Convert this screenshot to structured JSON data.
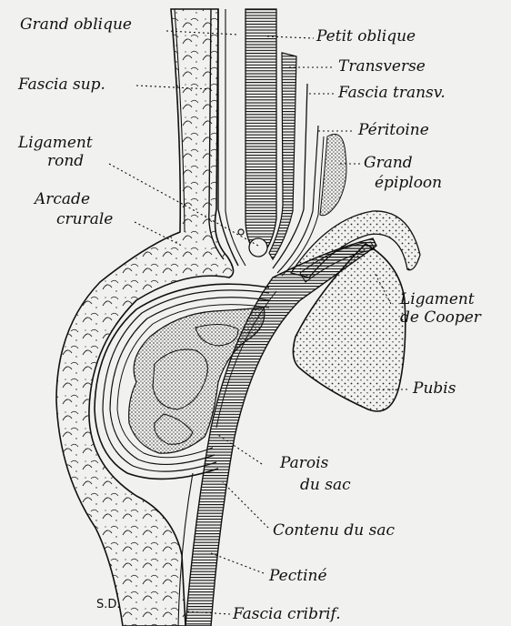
{
  "labels": {
    "grand_oblique": "Grand oblique",
    "petit_oblique": "Petit oblique",
    "transverse": "Transverse",
    "fascia_sup": "Fascia sup.",
    "fascia_transv": "Fascia transv.",
    "peritoine": "Péritoine",
    "ligament_rond_1": "Ligament",
    "ligament_rond_2": "rond",
    "grand_epiploon_1": "Grand",
    "grand_epiploon_2": "épiploon",
    "arcade_crurale_1": "Arcade",
    "arcade_crurale_2": "crurale",
    "ligament_cooper_1": "Ligament",
    "ligament_cooper_2": "de Cooper",
    "pubis": "Pubis",
    "parois_sac_1": "Parois",
    "parois_sac_2": "du sac",
    "contenu_sac": "Contenu du sac",
    "pectine": "Pectiné",
    "fascia_cribrif": "Fascia cribrif.",
    "signature": "S.D."
  }
}
